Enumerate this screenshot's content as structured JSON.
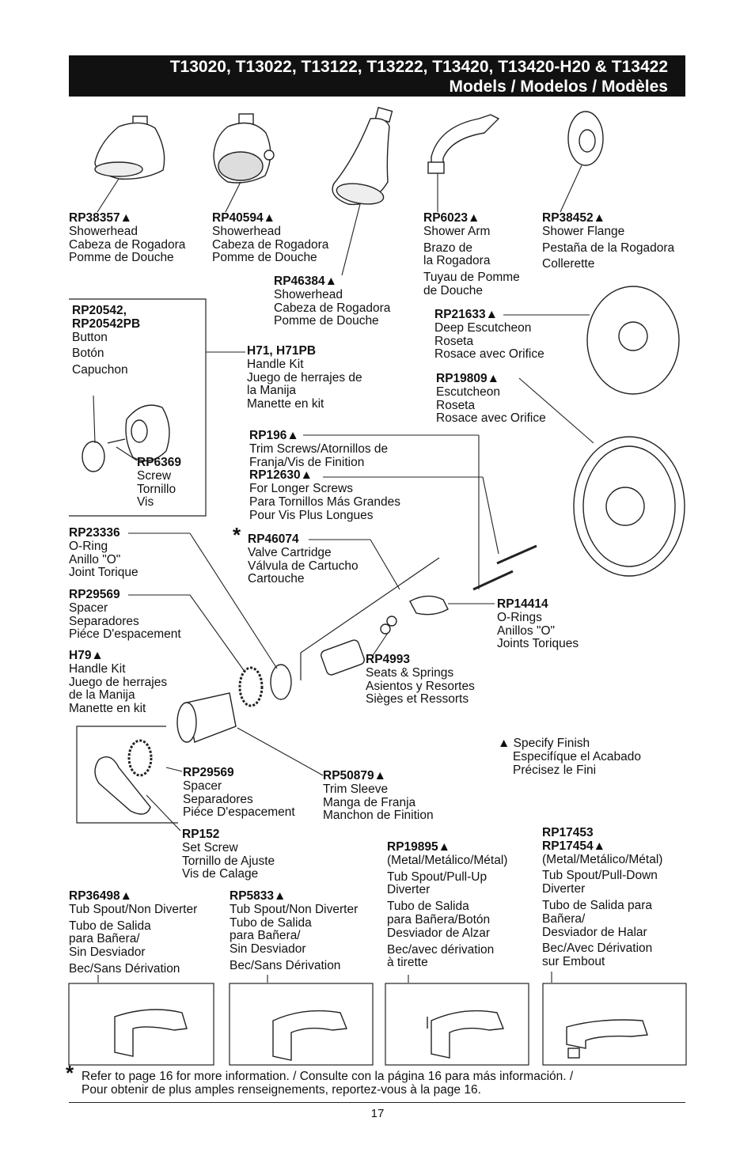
{
  "header": {
    "line1": "T13020, T13022, T13122, T13222, T13420, T13420-H20 & T13422",
    "line2": "Models / Modelos / Modèles"
  },
  "parts": {
    "rp38357": {
      "code": "RP38357▲",
      "l1": "Showerhead",
      "l2": "Cabeza de Rogadora",
      "l3": "Pomme de Douche"
    },
    "rp40594": {
      "code": "RP40594▲",
      "l1": "Showerhead",
      "l2": "Cabeza de Rogadora",
      "l3": "Pomme de Douche"
    },
    "rp46384": {
      "code": "RP46384▲",
      "l1": "Showerhead",
      "l2": "Cabeza de Rogadora",
      "l3": "Pomme de Douche"
    },
    "rp6023": {
      "code": "RP6023▲",
      "l1": "Shower Arm",
      "l2": "Brazo de",
      "l3": "la Rogadora",
      "l4": "Tuyau de Pomme",
      "l5": "de Douche"
    },
    "rp38452": {
      "code": "RP38452▲",
      "l1": "Shower Flange",
      "l2": "Pestaña de la Rogadora",
      "l3": "Collerette"
    },
    "rp20542": {
      "code1": "RP20542,",
      "code2": "RP20542PB",
      "l1": "Button",
      "l2": "Botón",
      "l3": "Capuchon"
    },
    "h71": {
      "code": "H71, H71PB",
      "l1": "Handle Kit",
      "l2": "Juego de herrajes de",
      "l3": "la Manija",
      "l4": "Manette en kit"
    },
    "rp21633": {
      "code": "RP21633▲",
      "l1": "Deep Escutcheon",
      "l2": "Roseta",
      "l3": "Rosace avec Orifice"
    },
    "rp19809": {
      "code": "RP19809▲",
      "l1": "Escutcheon",
      "l2": "Roseta",
      "l3": "Rosace avec Orifice"
    },
    "rp6369": {
      "code": "RP6369",
      "l1": "Screw",
      "l2": "Tornillo",
      "l3": "Vis"
    },
    "rp196": {
      "code": "RP196▲",
      "l1": "Trim Screws/Atornillos de",
      "l2": "Franja/Vis de Finition"
    },
    "rp12630": {
      "code": "RP12630▲",
      "l1": "For Longer Screws",
      "l2": "Para Tornillos Más Grandes",
      "l3": "Pour Vis Plus Longues"
    },
    "rp23336": {
      "code": "RP23336",
      "l1": "O-Ring",
      "l2": "Anillo \"O\"",
      "l3": "Joint Torique"
    },
    "rp46074": {
      "code": "RP46074",
      "star": "*",
      "l1": "Valve Cartridge",
      "l2": "Válvula de Cartucho",
      "l3": "Cartouche"
    },
    "rp29569a": {
      "code": "RP29569",
      "l1": "Spacer",
      "l2": "Separadores",
      "l3": "Piéce D'espacement"
    },
    "rp14414": {
      "code": "RP14414",
      "l1": "O-Rings",
      "l2": "Anillos \"O\"",
      "l3": "Joints Toriques"
    },
    "h79": {
      "code": "H79▲",
      "l1": "Handle Kit",
      "l2": "Juego de herrajes",
      "l3": "de la Manija",
      "l4": "Manette en kit"
    },
    "rp4993": {
      "code": "RP4993",
      "l1": "Seats & Springs",
      "l2": "Asientos y Resortes",
      "l3": "Sièges et Ressorts"
    },
    "finish": {
      "l1": "▲ Specify Finish",
      "l2": "Especifíque el Acabado",
      "l3": "Précisez le Fini"
    },
    "rp29569b": {
      "code": "RP29569",
      "l1": "Spacer",
      "l2": "Separadores",
      "l3": "Piéce D'espacement"
    },
    "rp50879": {
      "code": "RP50879▲",
      "l1": "Trim Sleeve",
      "l2": "Manga de Franja",
      "l3": "Manchon de Finition"
    },
    "rp152": {
      "code": "RP152",
      "l1": "Set Screw",
      "l2": "Tornillo de Ajuste",
      "l3": "Vis de Calage"
    },
    "rp19895": {
      "code": "RP19895▲",
      "l1": "(Metal/Metálico/Métal)",
      "l2": "Tub Spout/Pull-Up",
      "l3": "Diverter",
      "l4": "Tubo de Salida",
      "l5": "para Bañera/Botón",
      "l6": "Desviador de Alzar",
      "l7": "Bec/avec dérivation",
      "l8": "à tirette"
    },
    "rp17453": {
      "code1": "RP17453",
      "code2": "RP17454▲",
      "l1": "(Metal/Metálico/Métal)",
      "l2": "Tub Spout/Pull-Down",
      "l3": "Diverter",
      "l4": "Tubo de Salida para",
      "l5": "Bañera/",
      "l6": "Desviador de Halar",
      "l7": "Bec/Avec Dérivation",
      "l8": "sur Embout"
    },
    "rp36498": {
      "code": "RP36498▲",
      "l1": "Tub Spout/Non Diverter",
      "l2": "Tubo de Salida",
      "l3": "para Bañera/",
      "l4": "Sin Desviador",
      "l5": "Bec/Sans Dérivation"
    },
    "rp5833": {
      "code": "RP5833▲",
      "l1": "Tub Spout/Non Diverter",
      "l2": "Tubo de Salida",
      "l3": "para Bañera/",
      "l4": "Sin Desviador",
      "l5": "Bec/Sans Dérivation"
    }
  },
  "footnote": {
    "star": "*",
    "line1": "Refer to page 16 for more information. / Consulte con la página 16 para más información. /",
    "line2": "Pour obtenir de plus amples renseignements, reportez-vous à la page 16."
  },
  "page_number": "17"
}
